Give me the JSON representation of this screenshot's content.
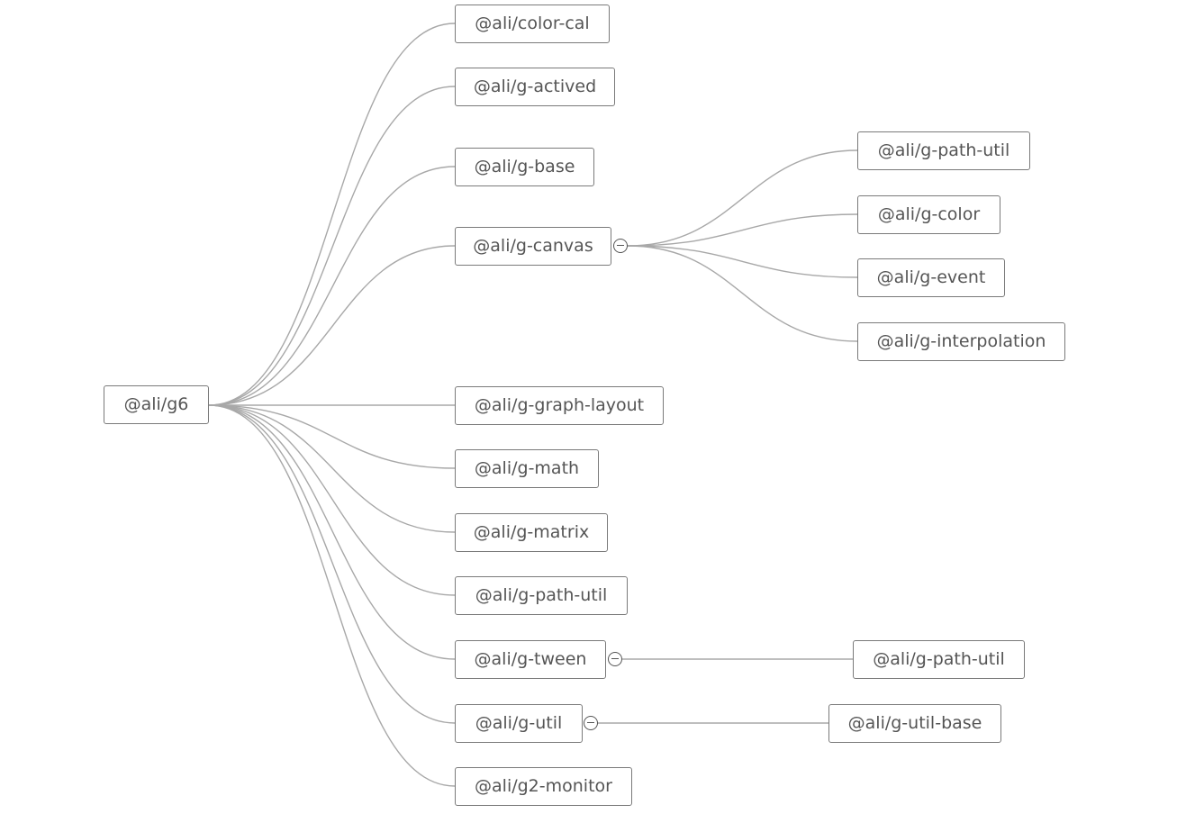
{
  "diagram": {
    "root": {
      "key": "g6",
      "label": "@ali/g6"
    },
    "children": [
      {
        "key": "color-cal",
        "label": "@ali/color-cal"
      },
      {
        "key": "g-actived",
        "label": "@ali/g-actived"
      },
      {
        "key": "g-base",
        "label": "@ali/g-base"
      },
      {
        "key": "g-canvas",
        "label": "@ali/g-canvas",
        "expanded": true,
        "children": [
          {
            "key": "g-canvas-path-util",
            "label": "@ali/g-path-util"
          },
          {
            "key": "g-color",
            "label": "@ali/g-color"
          },
          {
            "key": "g-event",
            "label": "@ali/g-event"
          },
          {
            "key": "g-interpolation",
            "label": "@ali/g-interpolation"
          }
        ]
      },
      {
        "key": "g-graph-layout",
        "label": "@ali/g-graph-layout"
      },
      {
        "key": "g-math",
        "label": "@ali/g-math"
      },
      {
        "key": "g-matrix",
        "label": "@ali/g-matrix"
      },
      {
        "key": "g-path-util",
        "label": "@ali/g-path-util"
      },
      {
        "key": "g-tween",
        "label": "@ali/g-tween",
        "expanded": true,
        "children": [
          {
            "key": "g-tween-path-util",
            "label": "@ali/g-path-util"
          }
        ]
      },
      {
        "key": "g-util",
        "label": "@ali/g-util",
        "expanded": true,
        "children": [
          {
            "key": "g-util-base",
            "label": "@ali/g-util-base"
          }
        ]
      },
      {
        "key": "g2-monitor",
        "label": "@ali/g2-monitor"
      }
    ]
  }
}
